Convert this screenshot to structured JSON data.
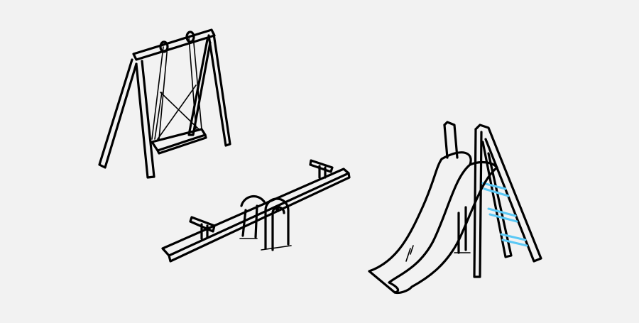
{
  "illustration": {
    "objects": [
      "swing",
      "seesaw",
      "slide"
    ],
    "colors": {
      "background": "#f2f2f2",
      "stroke": "#000000",
      "highlight": "#5bc8f5"
    }
  }
}
